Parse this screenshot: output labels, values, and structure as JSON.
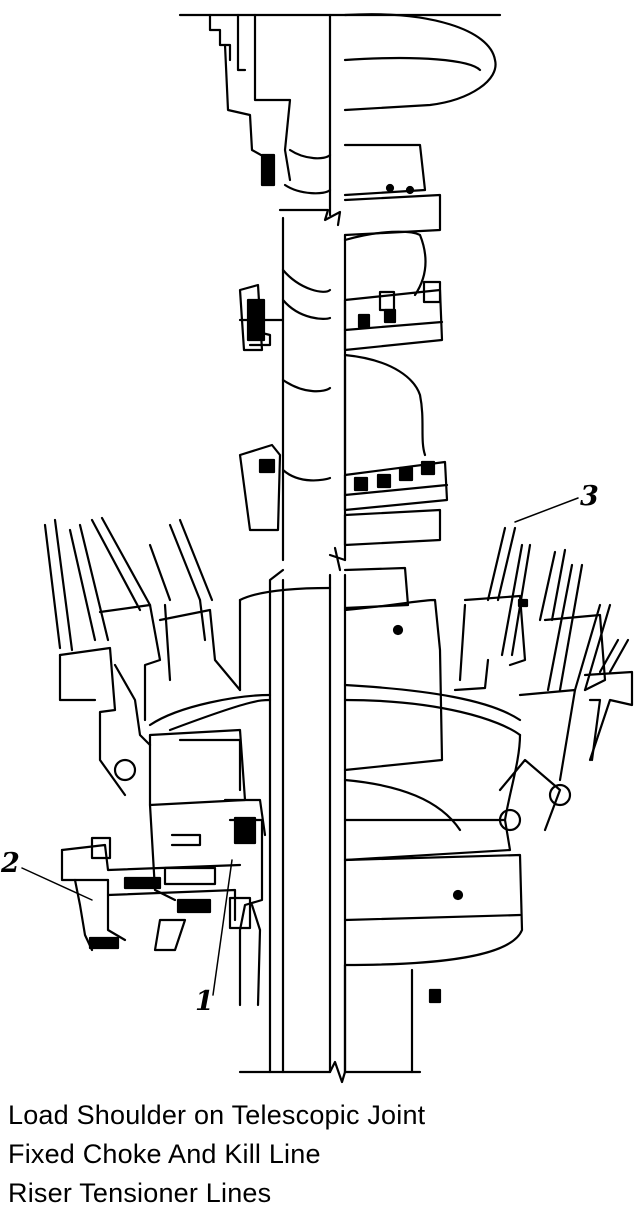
{
  "callouts": [
    {
      "number": "1",
      "caption": "Load Shoulder on Telescopic Joint"
    },
    {
      "number": "2",
      "caption": "Fixed Choke And Kill Line"
    },
    {
      "number": "3",
      "caption": "Riser Tensioner  Lines"
    }
  ],
  "colors": {
    "ink": "#000000",
    "paper": "#ffffff"
  }
}
